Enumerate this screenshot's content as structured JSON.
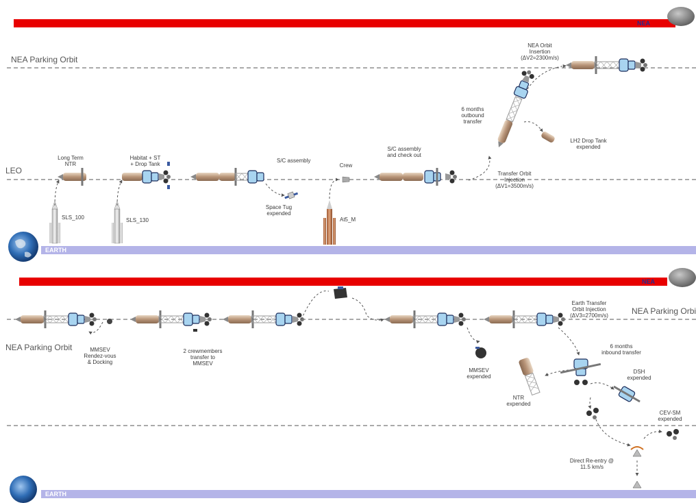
{
  "colors": {
    "nea_band": "#e80000",
    "earth_band": "#b4b4e8",
    "module_blue": "#a8d4f0",
    "tank_tan": "#c7a98a",
    "truss": "#aaaaaa"
  },
  "top": {
    "nea_label": "NEA",
    "earth_label": "EARTH",
    "nea_parking_orbit": "NEA Parking Orbit",
    "leo": "LEO",
    "labels": {
      "long_term_ntr": "Long Term\nNTR",
      "habitat_st": "Habitat + ST\n+ Drop Tank",
      "sc_assembly": "S/C assembly",
      "crew": "Crew",
      "sc_assembly_checkout": "S/C assembly\nand check out",
      "six_months_outbound": "6 months\noutbound\ntransfer",
      "nea_orbit_insertion": "NEA Orbit\nInsertion\n(ΔV2=2300m/s)",
      "lh2_drop_tank": "LH2 Drop Tank\nexpended",
      "transfer_orbit_injection": "Transfer Orbit\nInjection\n(ΔV1=3500m/s)",
      "sls_100": "SLS_100",
      "sls_130": "SLS_130",
      "space_tug": "Space Tug\nexpended",
      "at5_m": "At5_M"
    }
  },
  "bottom": {
    "nea_label": "NEA",
    "earth_label": "EARTH",
    "nea_parking_orbit_left": "NEA Parking Orbit",
    "nea_parking_orbit_right": "NEA Parking Orbit",
    "labels": {
      "mmsev_rendezvous": "MMSEV\nRendez-vous\n& Docking",
      "two_crewmembers": "2 crewmembers\ntransfer to\nMMSEV",
      "earth_transfer_orbit_injection": "Earth Transfer\nOrbit Injection\n(ΔV3=2700m/s)",
      "mmsev_expended": "MMSEV\nexpended",
      "six_months_inbound": "6 months\ninbound transfer",
      "dsh_expended": "DSH\nexpended",
      "ntr_expended": "NTR\nexpended",
      "cev_sm_expended": "CEV-SM\nexpended",
      "direct_reentry": "Direct Re-entry @\n11.5 km/s"
    }
  }
}
